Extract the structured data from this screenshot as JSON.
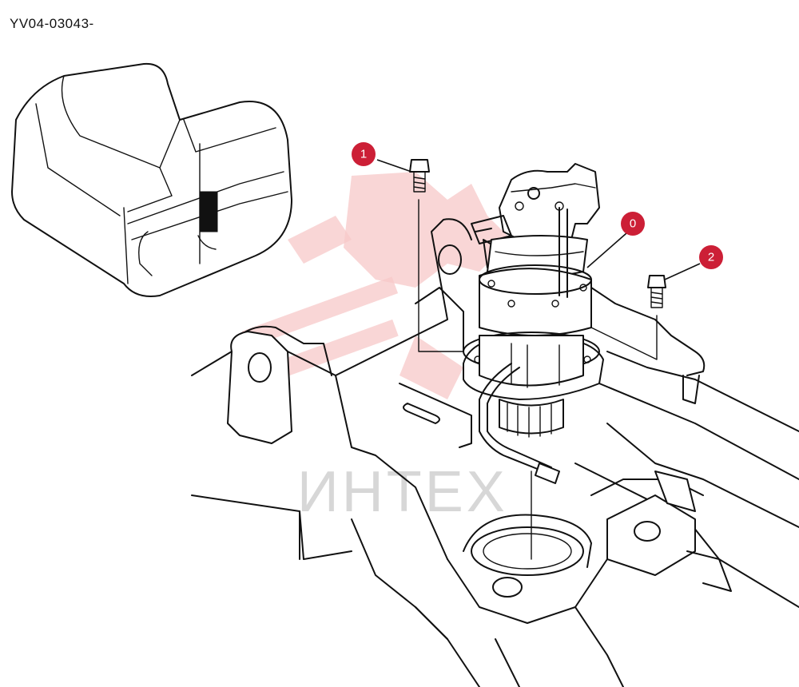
{
  "diagram_code": "YV04-03043-",
  "watermark": {
    "text": "ИНТЕХ",
    "color": "#d7d7d7",
    "logo_color": "#f7c8c8"
  },
  "callouts": [
    {
      "id": "callout-1",
      "label": "1"
    },
    {
      "id": "callout-0",
      "label": "0"
    },
    {
      "id": "callout-2",
      "label": "2"
    }
  ],
  "colors": {
    "callout": "#cc1f36",
    "line": "#111111"
  }
}
